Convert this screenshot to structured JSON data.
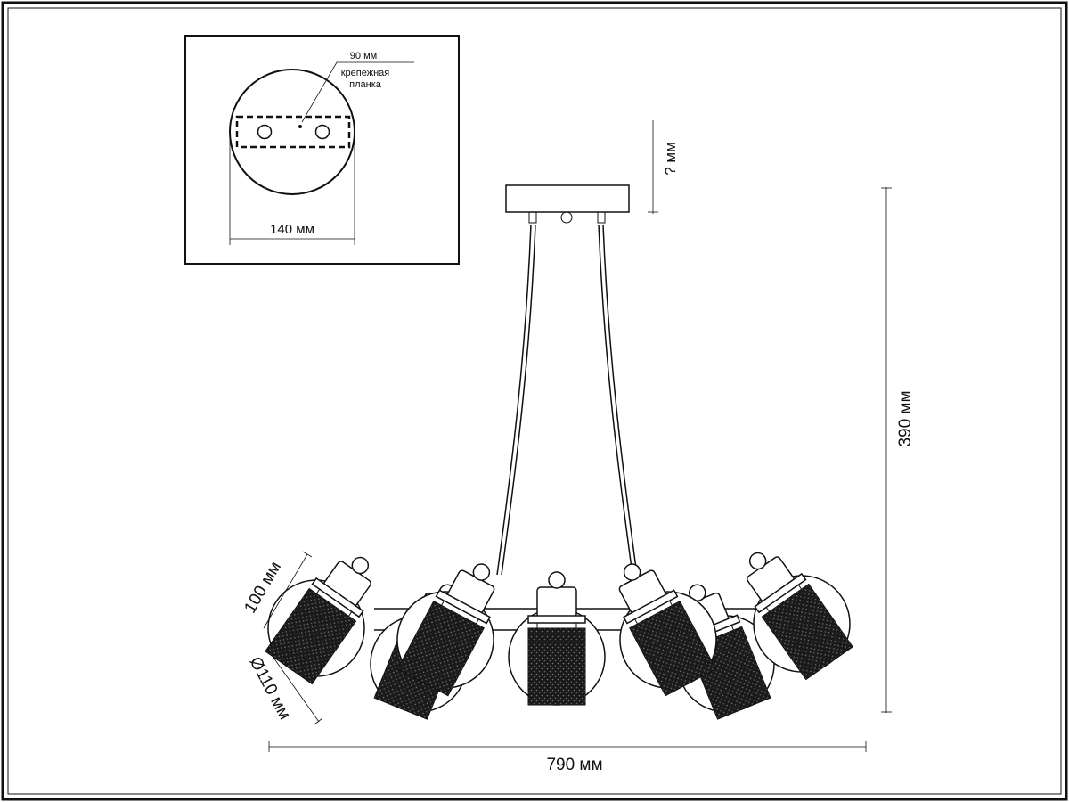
{
  "inset": {
    "bracket_width": "90 мм",
    "bracket_label_line1": "крепежная",
    "bracket_label_line2": "планка",
    "canopy_diameter": "140 мм"
  },
  "dimensions": {
    "cable_length": "? мм",
    "height": "390 мм",
    "width": "790 мм",
    "shade_length": "100 мм",
    "globe_diameter": "Ø110 мм"
  },
  "colors": {
    "line": "#111111",
    "shade": "#1a1a1a",
    "background": "#ffffff"
  }
}
